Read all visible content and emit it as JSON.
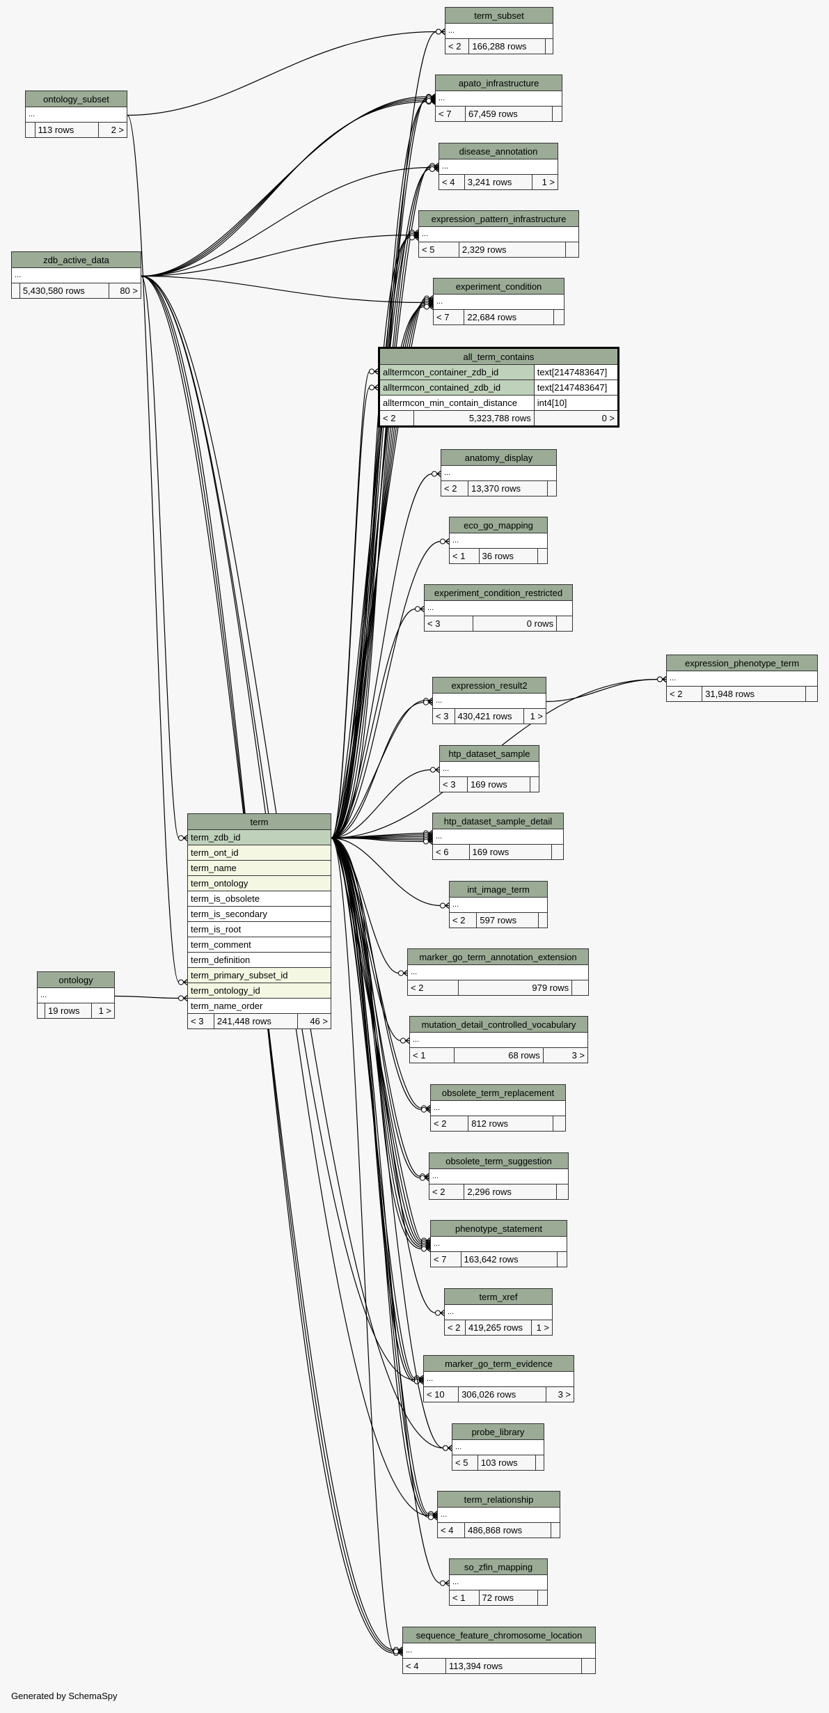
{
  "diagram": {
    "type": "schema_relationship_diagram",
    "focus_table": "all_term_contains",
    "footer": "Generated by SchemaSpy",
    "colors": {
      "header": "#9bab96",
      "primary_key": "#bfd1bb",
      "indexed": "#f4f7e2",
      "background": "#f7f7f7"
    }
  },
  "tables": [
    {
      "id": "term_subset",
      "name": "term_subset",
      "rows": [
        {
          "name": "...",
          "kind": "plain"
        }
      ],
      "parents": "< 2",
      "row_count": "166,288 rows",
      "children": ""
    },
    {
      "id": "ontology_subset",
      "name": "ontology_subset",
      "rows": [
        {
          "name": "...",
          "kind": "plain"
        }
      ],
      "parents": "",
      "row_count": "113 rows",
      "children": "2 >"
    },
    {
      "id": "apato_infrastructure",
      "name": "apato_infrastructure",
      "rows": [
        {
          "name": "...",
          "kind": "plain"
        }
      ],
      "parents": "< 7",
      "row_count": "67,459 rows",
      "children": ""
    },
    {
      "id": "disease_annotation",
      "name": "disease_annotation",
      "rows": [
        {
          "name": "...",
          "kind": "plain"
        }
      ],
      "parents": "< 4",
      "row_count": "3,241 rows",
      "children": "1 >"
    },
    {
      "id": "expression_pattern_infrastructure",
      "name": "expression_pattern_infrastructure",
      "rows": [
        {
          "name": "...",
          "kind": "plain"
        }
      ],
      "parents": "< 5",
      "row_count": "2,329 rows",
      "children": ""
    },
    {
      "id": "zdb_active_data",
      "name": "zdb_active_data",
      "rows": [
        {
          "name": "...",
          "kind": "plain"
        }
      ],
      "parents": "",
      "row_count": "5,430,580 rows",
      "children": "80 >"
    },
    {
      "id": "experiment_condition",
      "name": "experiment_condition",
      "rows": [
        {
          "name": "...",
          "kind": "plain"
        }
      ],
      "parents": "< 7",
      "row_count": "22,684 rows",
      "children": ""
    },
    {
      "id": "all_term_contains",
      "name": "all_term_contains",
      "focus": true,
      "rows": [
        {
          "name": "alltermcon_container_zdb_id",
          "type": "text[2147483647]",
          "kind": "pk"
        },
        {
          "name": "alltermcon_contained_zdb_id",
          "type": "text[2147483647]",
          "kind": "pk"
        },
        {
          "name": "alltermcon_min_contain_distance",
          "type": "int4[10]",
          "kind": "plain"
        }
      ],
      "parents": "< 2",
      "row_count": "5,323,788 rows",
      "children": "0 >"
    },
    {
      "id": "anatomy_display",
      "name": "anatomy_display",
      "rows": [
        {
          "name": "...",
          "kind": "plain"
        }
      ],
      "parents": "< 2",
      "row_count": "13,370 rows",
      "children": ""
    },
    {
      "id": "eco_go_mapping",
      "name": "eco_go_mapping",
      "rows": [
        {
          "name": "...",
          "kind": "plain"
        }
      ],
      "parents": "< 1",
      "row_count": "36 rows",
      "children": ""
    },
    {
      "id": "experiment_condition_restricted",
      "name": "experiment_condition_restricted",
      "rows": [
        {
          "name": "...",
          "kind": "plain"
        }
      ],
      "parents": "< 3",
      "row_count": "0 rows",
      "children": ""
    },
    {
      "id": "expression_phenotype_term",
      "name": "expression_phenotype_term",
      "rows": [
        {
          "name": "...",
          "kind": "plain"
        }
      ],
      "parents": "< 2",
      "row_count": "31,948 rows",
      "children": ""
    },
    {
      "id": "expression_result2",
      "name": "expression_result2",
      "rows": [
        {
          "name": "...",
          "kind": "plain"
        }
      ],
      "parents": "< 3",
      "row_count": "430,421 rows",
      "children": "1 >"
    },
    {
      "id": "htp_dataset_sample",
      "name": "htp_dataset_sample",
      "rows": [
        {
          "name": "...",
          "kind": "plain"
        }
      ],
      "parents": "< 3",
      "row_count": "169 rows",
      "children": ""
    },
    {
      "id": "term",
      "name": "term",
      "rows": [
        {
          "name": "term_zdb_id",
          "kind": "pk"
        },
        {
          "name": "term_ont_id",
          "kind": "idx"
        },
        {
          "name": "term_name",
          "kind": "idx"
        },
        {
          "name": "term_ontology",
          "kind": "idx"
        },
        {
          "name": "term_is_obsolete",
          "kind": "plain"
        },
        {
          "name": "term_is_secondary",
          "kind": "plain"
        },
        {
          "name": "term_is_root",
          "kind": "plain"
        },
        {
          "name": "term_comment",
          "kind": "plain"
        },
        {
          "name": "term_definition",
          "kind": "plain"
        },
        {
          "name": "term_primary_subset_id",
          "kind": "idx"
        },
        {
          "name": "term_ontology_id",
          "kind": "idx"
        },
        {
          "name": "term_name_order",
          "kind": "plain"
        }
      ],
      "parents": "< 3",
      "row_count": "241,448 rows",
      "children": "46 >"
    },
    {
      "id": "htp_dataset_sample_detail",
      "name": "htp_dataset_sample_detail",
      "rows": [
        {
          "name": "...",
          "kind": "plain"
        }
      ],
      "parents": "< 6",
      "row_count": "169 rows",
      "children": ""
    },
    {
      "id": "int_image_term",
      "name": "int_image_term",
      "rows": [
        {
          "name": "...",
          "kind": "plain"
        }
      ],
      "parents": "< 2",
      "row_count": "597 rows",
      "children": ""
    },
    {
      "id": "ontology",
      "name": "ontology",
      "rows": [
        {
          "name": "...",
          "kind": "plain"
        }
      ],
      "parents": "",
      "row_count": "19 rows",
      "children": "1 >"
    },
    {
      "id": "marker_go_term_annotation_extension",
      "name": "marker_go_term_annotation_extension",
      "rows": [
        {
          "name": "...",
          "kind": "plain"
        }
      ],
      "parents": "< 2",
      "row_count": "979 rows",
      "children": ""
    },
    {
      "id": "mutation_detail_controlled_vocabulary",
      "name": "mutation_detail_controlled_vocabulary",
      "rows": [
        {
          "name": "...",
          "kind": "plain"
        }
      ],
      "parents": "< 1",
      "row_count": "68 rows",
      "children": "3 >"
    },
    {
      "id": "obsolete_term_replacement",
      "name": "obsolete_term_replacement",
      "rows": [
        {
          "name": "...",
          "kind": "plain"
        }
      ],
      "parents": "< 2",
      "row_count": "812 rows",
      "children": ""
    },
    {
      "id": "obsolete_term_suggestion",
      "name": "obsolete_term_suggestion",
      "rows": [
        {
          "name": "...",
          "kind": "plain"
        }
      ],
      "parents": "< 2",
      "row_count": "2,296 rows",
      "children": ""
    },
    {
      "id": "phenotype_statement",
      "name": "phenotype_statement",
      "rows": [
        {
          "name": "...",
          "kind": "plain"
        }
      ],
      "parents": "< 7",
      "row_count": "163,642 rows",
      "children": ""
    },
    {
      "id": "term_xref",
      "name": "term_xref",
      "rows": [
        {
          "name": "...",
          "kind": "plain"
        }
      ],
      "parents": "< 2",
      "row_count": "419,265 rows",
      "children": "1 >"
    },
    {
      "id": "marker_go_term_evidence",
      "name": "marker_go_term_evidence",
      "rows": [
        {
          "name": "...",
          "kind": "plain"
        }
      ],
      "parents": "< 10",
      "row_count": "306,026 rows",
      "children": "3 >"
    },
    {
      "id": "probe_library",
      "name": "probe_library",
      "rows": [
        {
          "name": "...",
          "kind": "plain"
        }
      ],
      "parents": "< 5",
      "row_count": "103 rows",
      "children": ""
    },
    {
      "id": "term_relationship",
      "name": "term_relationship",
      "rows": [
        {
          "name": "...",
          "kind": "plain"
        }
      ],
      "parents": "< 4",
      "row_count": "486,868 rows",
      "children": ""
    },
    {
      "id": "so_zfin_mapping",
      "name": "so_zfin_mapping",
      "rows": [
        {
          "name": "...",
          "kind": "plain"
        }
      ],
      "parents": "< 1",
      "row_count": "72 rows",
      "children": ""
    },
    {
      "id": "sequence_feature_chromosome_location",
      "name": "sequence_feature_chromosome_location",
      "rows": [
        {
          "name": "...",
          "kind": "plain"
        }
      ],
      "parents": "< 4",
      "row_count": "113,394 rows",
      "children": ""
    }
  ],
  "relationships": [
    {
      "from": "ontology_subset",
      "to": "term_subset",
      "count": 1
    },
    {
      "from": "ontology_subset",
      "to": "term",
      "to_row": 9,
      "count": 1
    },
    {
      "from": "zdb_active_data",
      "to": "apato_infrastructure",
      "count": 4
    },
    {
      "from": "zdb_active_data",
      "to": "disease_annotation",
      "count": 1
    },
    {
      "from": "zdb_active_data",
      "to": "expression_pattern_infrastructure",
      "count": 1
    },
    {
      "from": "zdb_active_data",
      "to": "experiment_condition",
      "count": 1
    },
    {
      "from": "zdb_active_data",
      "to": "term",
      "to_row": 0,
      "count": 1
    },
    {
      "from": "zdb_active_data",
      "to": "marker_go_term_evidence",
      "count": 1
    },
    {
      "from": "zdb_active_data",
      "to": "probe_library",
      "count": 1
    },
    {
      "from": "zdb_active_data",
      "to": "term_relationship",
      "count": 1
    },
    {
      "from": "zdb_active_data",
      "to": "sequence_feature_chromosome_location",
      "count": 3
    },
    {
      "from": "ontology",
      "to": "term",
      "to_row": 10,
      "count": 1
    },
    {
      "from": "term",
      "to": "term_subset",
      "count": 1
    },
    {
      "from": "term",
      "to": "apato_infrastructure",
      "count": 3
    },
    {
      "from": "term",
      "to": "disease_annotation",
      "count": 3
    },
    {
      "from": "term",
      "to": "expression_pattern_infrastructure",
      "count": 4
    },
    {
      "from": "term",
      "to": "experiment_condition",
      "count": 6
    },
    {
      "from": "term",
      "to": "all_term_contains",
      "to_row": 0,
      "count": 1
    },
    {
      "from": "term",
      "to": "all_term_contains",
      "to_row": 1,
      "count": 1
    },
    {
      "from": "term",
      "to": "anatomy_display",
      "count": 1
    },
    {
      "from": "term",
      "to": "eco_go_mapping",
      "count": 1
    },
    {
      "from": "term",
      "to": "experiment_condition_restricted",
      "count": 1
    },
    {
      "from": "term",
      "to": "expression_phenotype_term",
      "count": 1
    },
    {
      "from": "expression_result2",
      "to": "expression_phenotype_term",
      "count": 1
    },
    {
      "from": "term",
      "to": "expression_result2",
      "count": 2
    },
    {
      "from": "term",
      "to": "htp_dataset_sample",
      "count": 1
    },
    {
      "from": "term",
      "to": "htp_dataset_sample_detail",
      "count": 6
    },
    {
      "from": "term",
      "to": "int_image_term",
      "count": 1
    },
    {
      "from": "term",
      "to": "marker_go_term_annotation_extension",
      "count": 1
    },
    {
      "from": "term",
      "to": "mutation_detail_controlled_vocabulary",
      "count": 1
    },
    {
      "from": "term",
      "to": "obsolete_term_replacement",
      "count": 2
    },
    {
      "from": "term",
      "to": "obsolete_term_suggestion",
      "count": 2
    },
    {
      "from": "term",
      "to": "phenotype_statement",
      "count": 6
    },
    {
      "from": "term",
      "to": "term_xref",
      "count": 1
    },
    {
      "from": "term",
      "to": "marker_go_term_evidence",
      "count": 3
    },
    {
      "from": "term",
      "to": "probe_library",
      "count": 1
    },
    {
      "from": "term",
      "to": "term_relationship",
      "count": 3
    },
    {
      "from": "term",
      "to": "so_zfin_mapping",
      "count": 1
    },
    {
      "from": "term",
      "to": "sequence_feature_chromosome_location",
      "count": 1
    }
  ]
}
